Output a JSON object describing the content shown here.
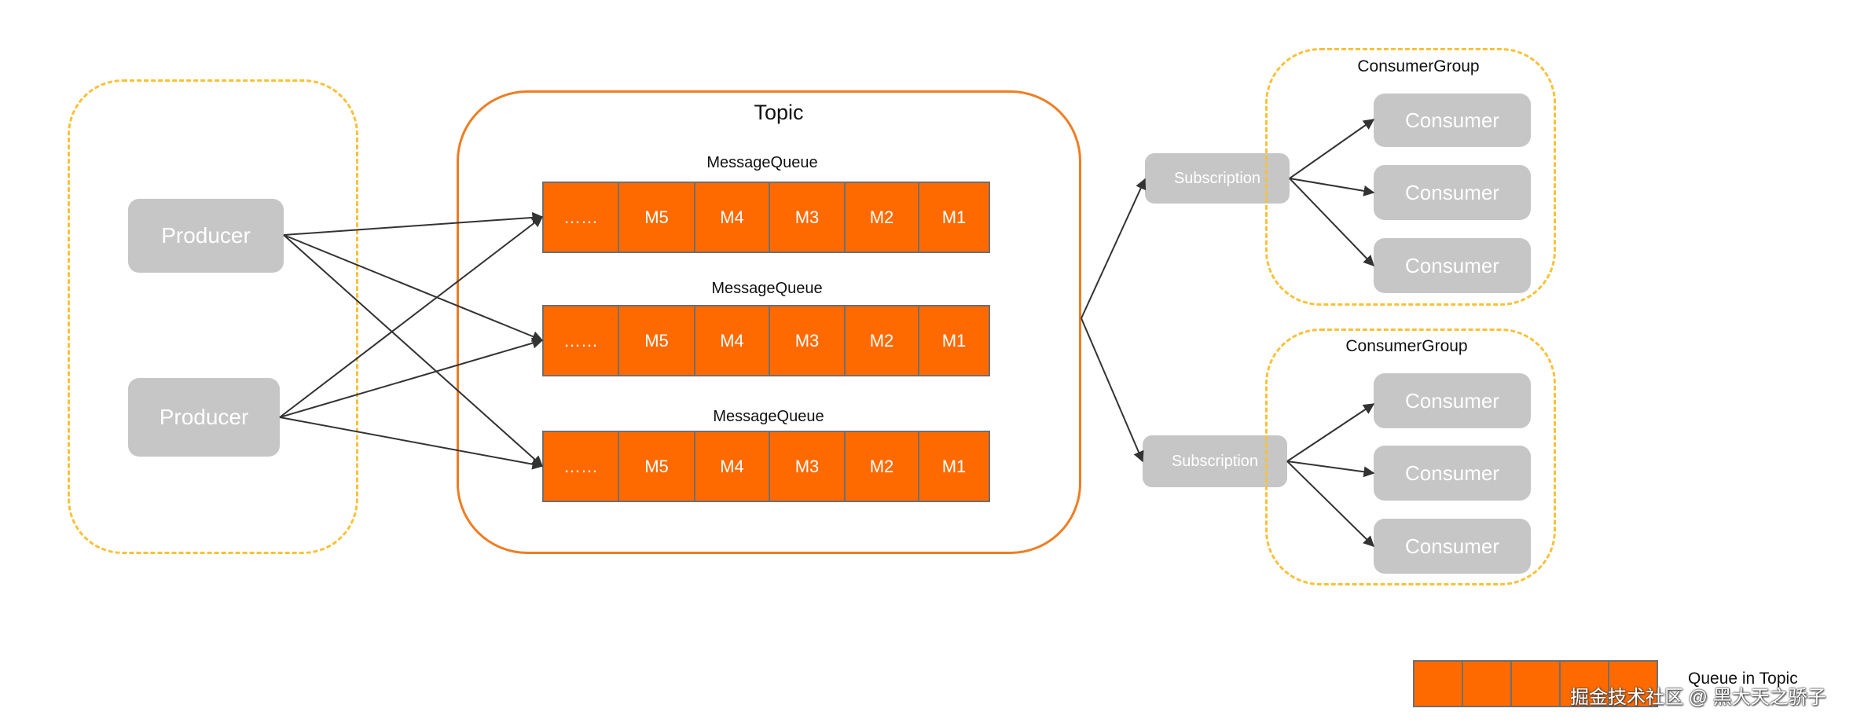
{
  "topic": {
    "title": "Topic"
  },
  "producers": [
    {
      "label": "Producer"
    },
    {
      "label": "Producer"
    }
  ],
  "message_queues": [
    {
      "label": "MessageQueue",
      "cells": [
        "……",
        "M5",
        "M4",
        "M3",
        "M2",
        "M1"
      ]
    },
    {
      "label": "MessageQueue",
      "cells": [
        "……",
        "M5",
        "M4",
        "M3",
        "M2",
        "M1"
      ]
    },
    {
      "label": "MessageQueue",
      "cells": [
        "……",
        "M5",
        "M4",
        "M3",
        "M2",
        "M1"
      ]
    }
  ],
  "subscriptions": [
    {
      "label": "Subscription"
    },
    {
      "label": "Subscription"
    }
  ],
  "consumer_groups": [
    {
      "label": "ConsumerGroup",
      "consumers": [
        "Consumer",
        "Consumer",
        "Consumer"
      ]
    },
    {
      "label": "ConsumerGroup",
      "consumers": [
        "Consumer",
        "Consumer",
        "Consumer"
      ]
    }
  ],
  "legend": {
    "label": "Queue in Topic"
  },
  "watermark": "掘金技术社区 @ 黑大天之骄子",
  "colors": {
    "queue_fill": "#ff6a00",
    "topic_border": "#ef7d22",
    "group_border": "#f7c23a",
    "node_fill": "#c6c6c6",
    "arrow": "#333333"
  }
}
